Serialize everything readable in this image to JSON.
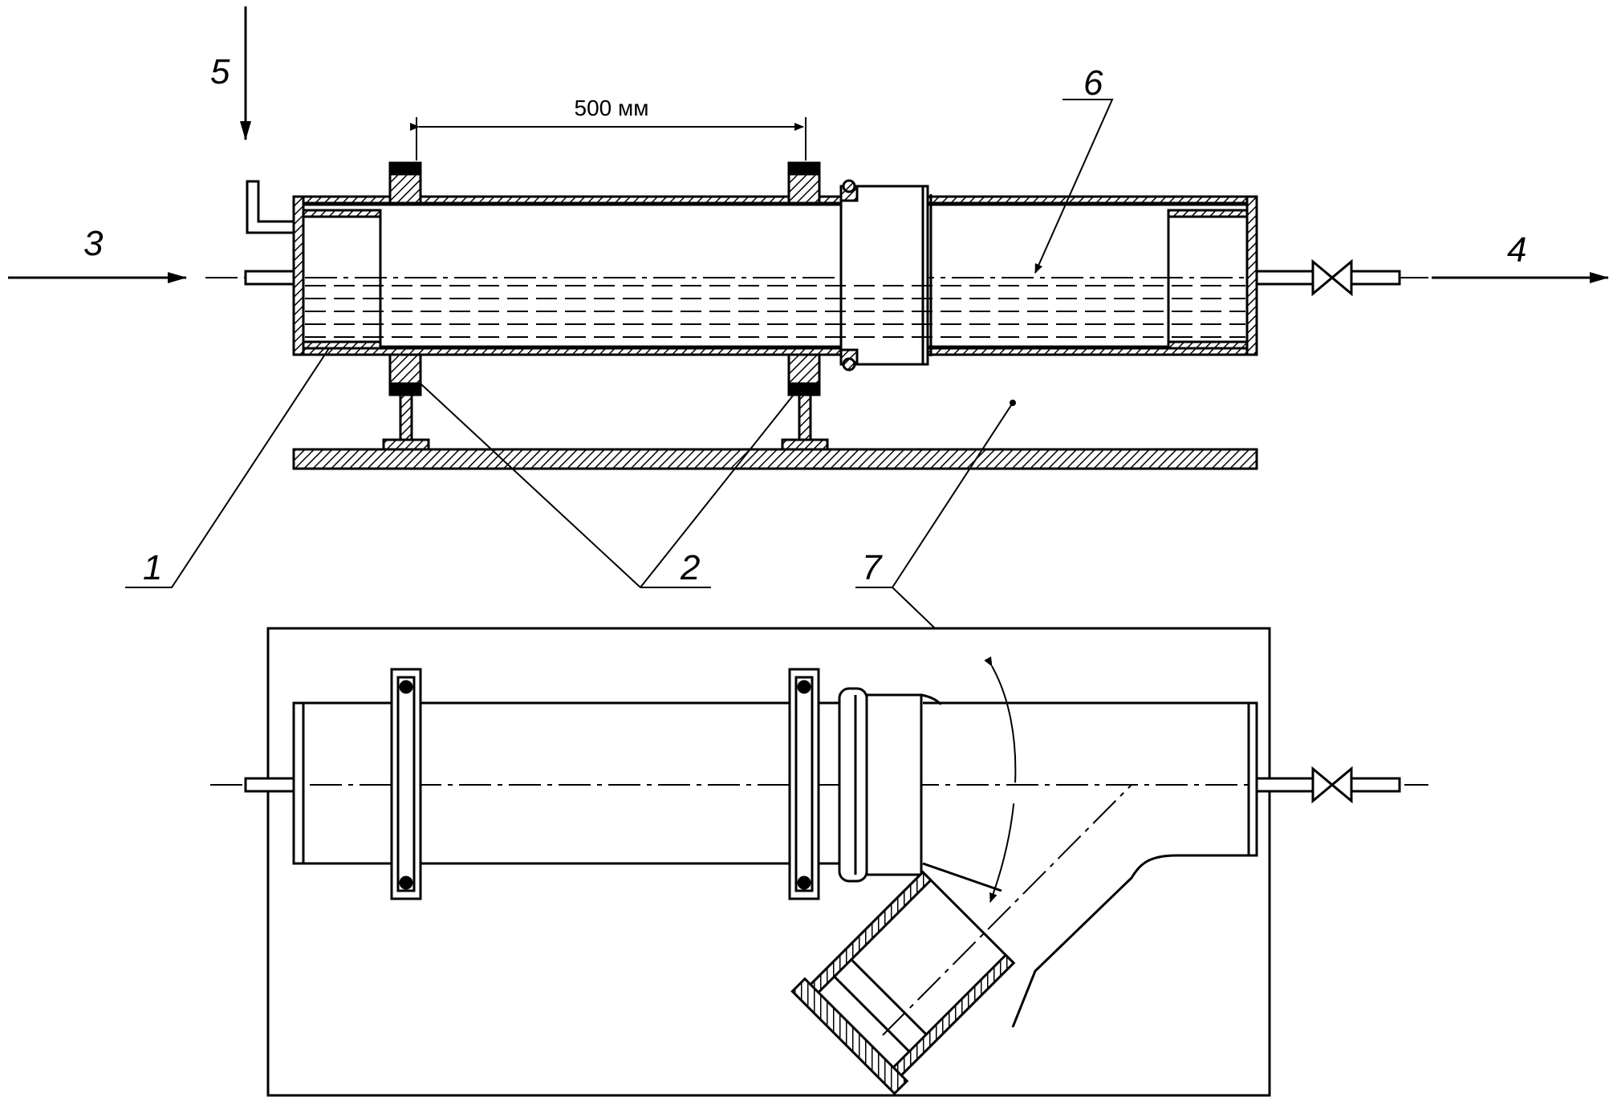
{
  "dimension": {
    "text": "500 мм"
  },
  "callouts": {
    "c1": "1",
    "c2": "2",
    "c3": "3",
    "c4": "4",
    "c5": "5",
    "c6": "6",
    "c7": "7"
  },
  "colors": {
    "ink": "#000000",
    "paper": "#ffffff"
  }
}
